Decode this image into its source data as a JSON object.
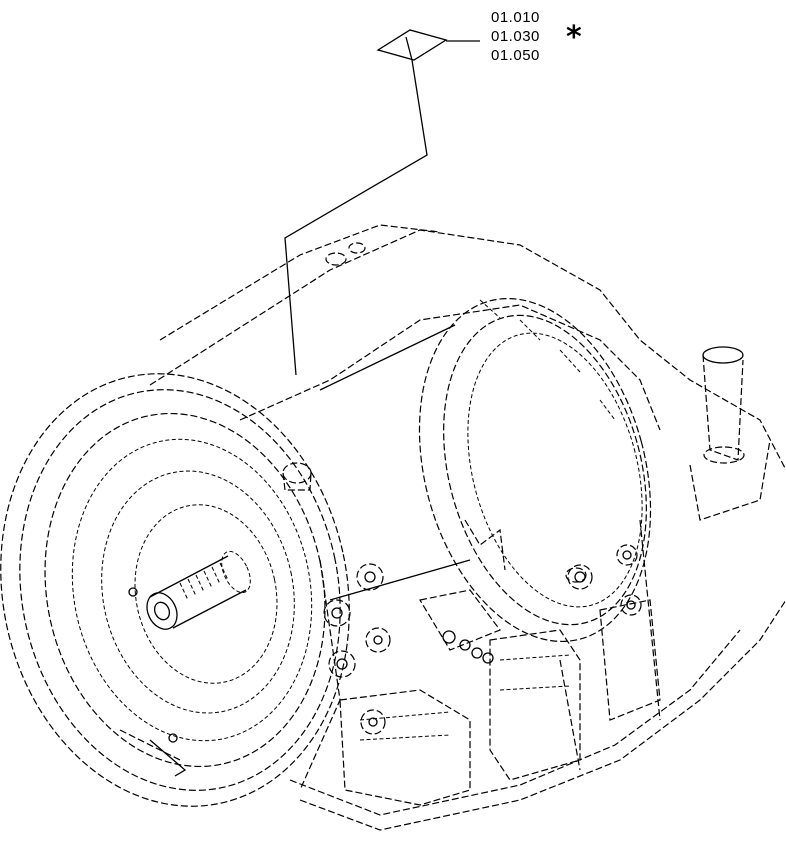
{
  "callout": {
    "part_numbers": [
      "01.010",
      "01.030",
      "01.050"
    ],
    "marker": "*"
  },
  "drawing": {
    "subject": "transmission-assembly",
    "line_color": "#000000",
    "background": "#ffffff"
  }
}
